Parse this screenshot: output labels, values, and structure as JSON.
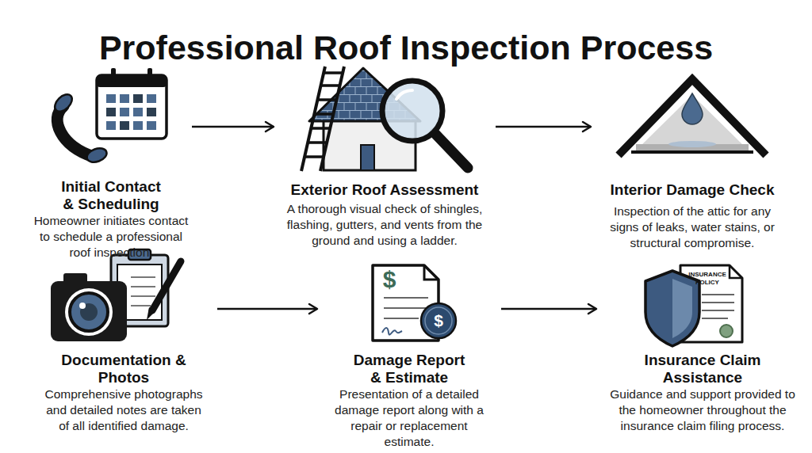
{
  "diagram": {
    "title": "Professional Roof Inspection Process",
    "nodes": [
      {
        "text": [
          "Initial Contact & Scheduling",
          "Homeowner initiates contact to schedule a professional roof inspection."
        ]
      },
      {
        "text": [
          "Exterior Roof Assessment",
          "A thorough visual check of shingles, flashing, gutters, and vents from the ground and using a ladder."
        ]
      },
      {
        "text": [
          "Interior Damage Check",
          "Inspection of the attic for any signs of leaks, water stains, or structural compromise."
        ]
      },
      {
        "text": [
          "Documentation & Photos",
          "Comprehensive photographs and detailed notes are taken of all identified damage."
        ]
      },
      {
        "text": [
          "Damage Report & Estimate",
          "Presentation of a detailed damage report along with a repair or replacement estimate."
        ]
      },
      {
        "text": [
          "Insurance Claim Assistance",
          "Guidance and support provided to the homeowner throughout the insurance claim filing process."
        ]
      }
    ],
    "edges": [
      {
        "from": 0,
        "to": 1,
        "arrow": "to"
      },
      {
        "from": 1,
        "to": 2,
        "arrow": "to"
      },
      {
        "from": 3,
        "to": 4,
        "arrow": "to"
      },
      {
        "from": 4,
        "to": 5,
        "arrow": "to"
      }
    ],
    "labels": [
      "$",
      "$",
      "INSURANCE POLICY"
    ]
  }
}
